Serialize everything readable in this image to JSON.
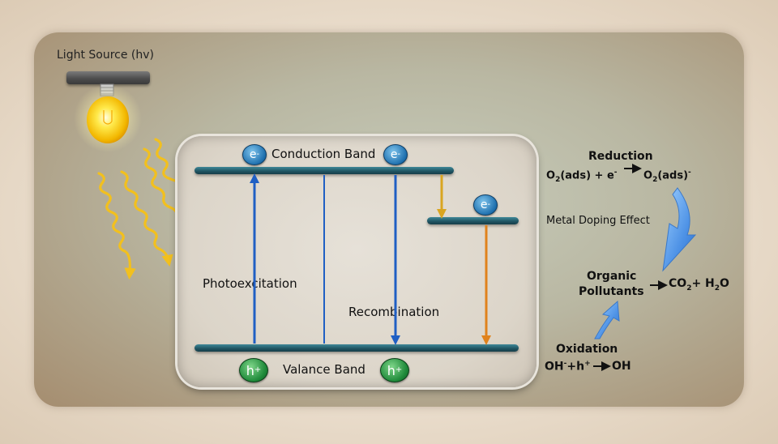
{
  "light_source": {
    "label": "Light Source (hv)"
  },
  "bands": {
    "conduction_label": "Conduction Band",
    "valence_label": "Valance Band"
  },
  "processes": {
    "photoexcitation": "Photoexcitation",
    "recombination": "Recombination",
    "metal_doping": "Metal Doping Effect"
  },
  "carriers": {
    "electron": "e",
    "electron_charge": "-",
    "hole": "h",
    "hole_charge": "+"
  },
  "reduction": {
    "title": "Reduction",
    "lhs_species": "O",
    "lhs_sub": "2",
    "lhs_rest": "(ads) + e",
    "lhs_sup": "-",
    "rhs_species": "O",
    "rhs_sub": "2",
    "rhs_rest": "(ads)",
    "rhs_sup": "-"
  },
  "pollutants": {
    "line1": "Organic",
    "line2": "Pollutants",
    "product_co": "CO",
    "product_co_sub": "2",
    "product_plus": "+ H",
    "product_h_sub": "2",
    "product_o": "O"
  },
  "oxidation": {
    "title": "Oxidation",
    "oh": "OH",
    "oh_sup": "-",
    "plus_h": "+h",
    "h_sup": "+",
    "product": "OH"
  },
  "colors": {
    "band": "#1f5361",
    "photo_arrow": "#1f5fc4",
    "doping_arrow_top": "#d9a520",
    "doping_arrow_down": "#e0821c",
    "light_waves": "#f2c01e",
    "flow_arrow": "#5aa0e8"
  }
}
